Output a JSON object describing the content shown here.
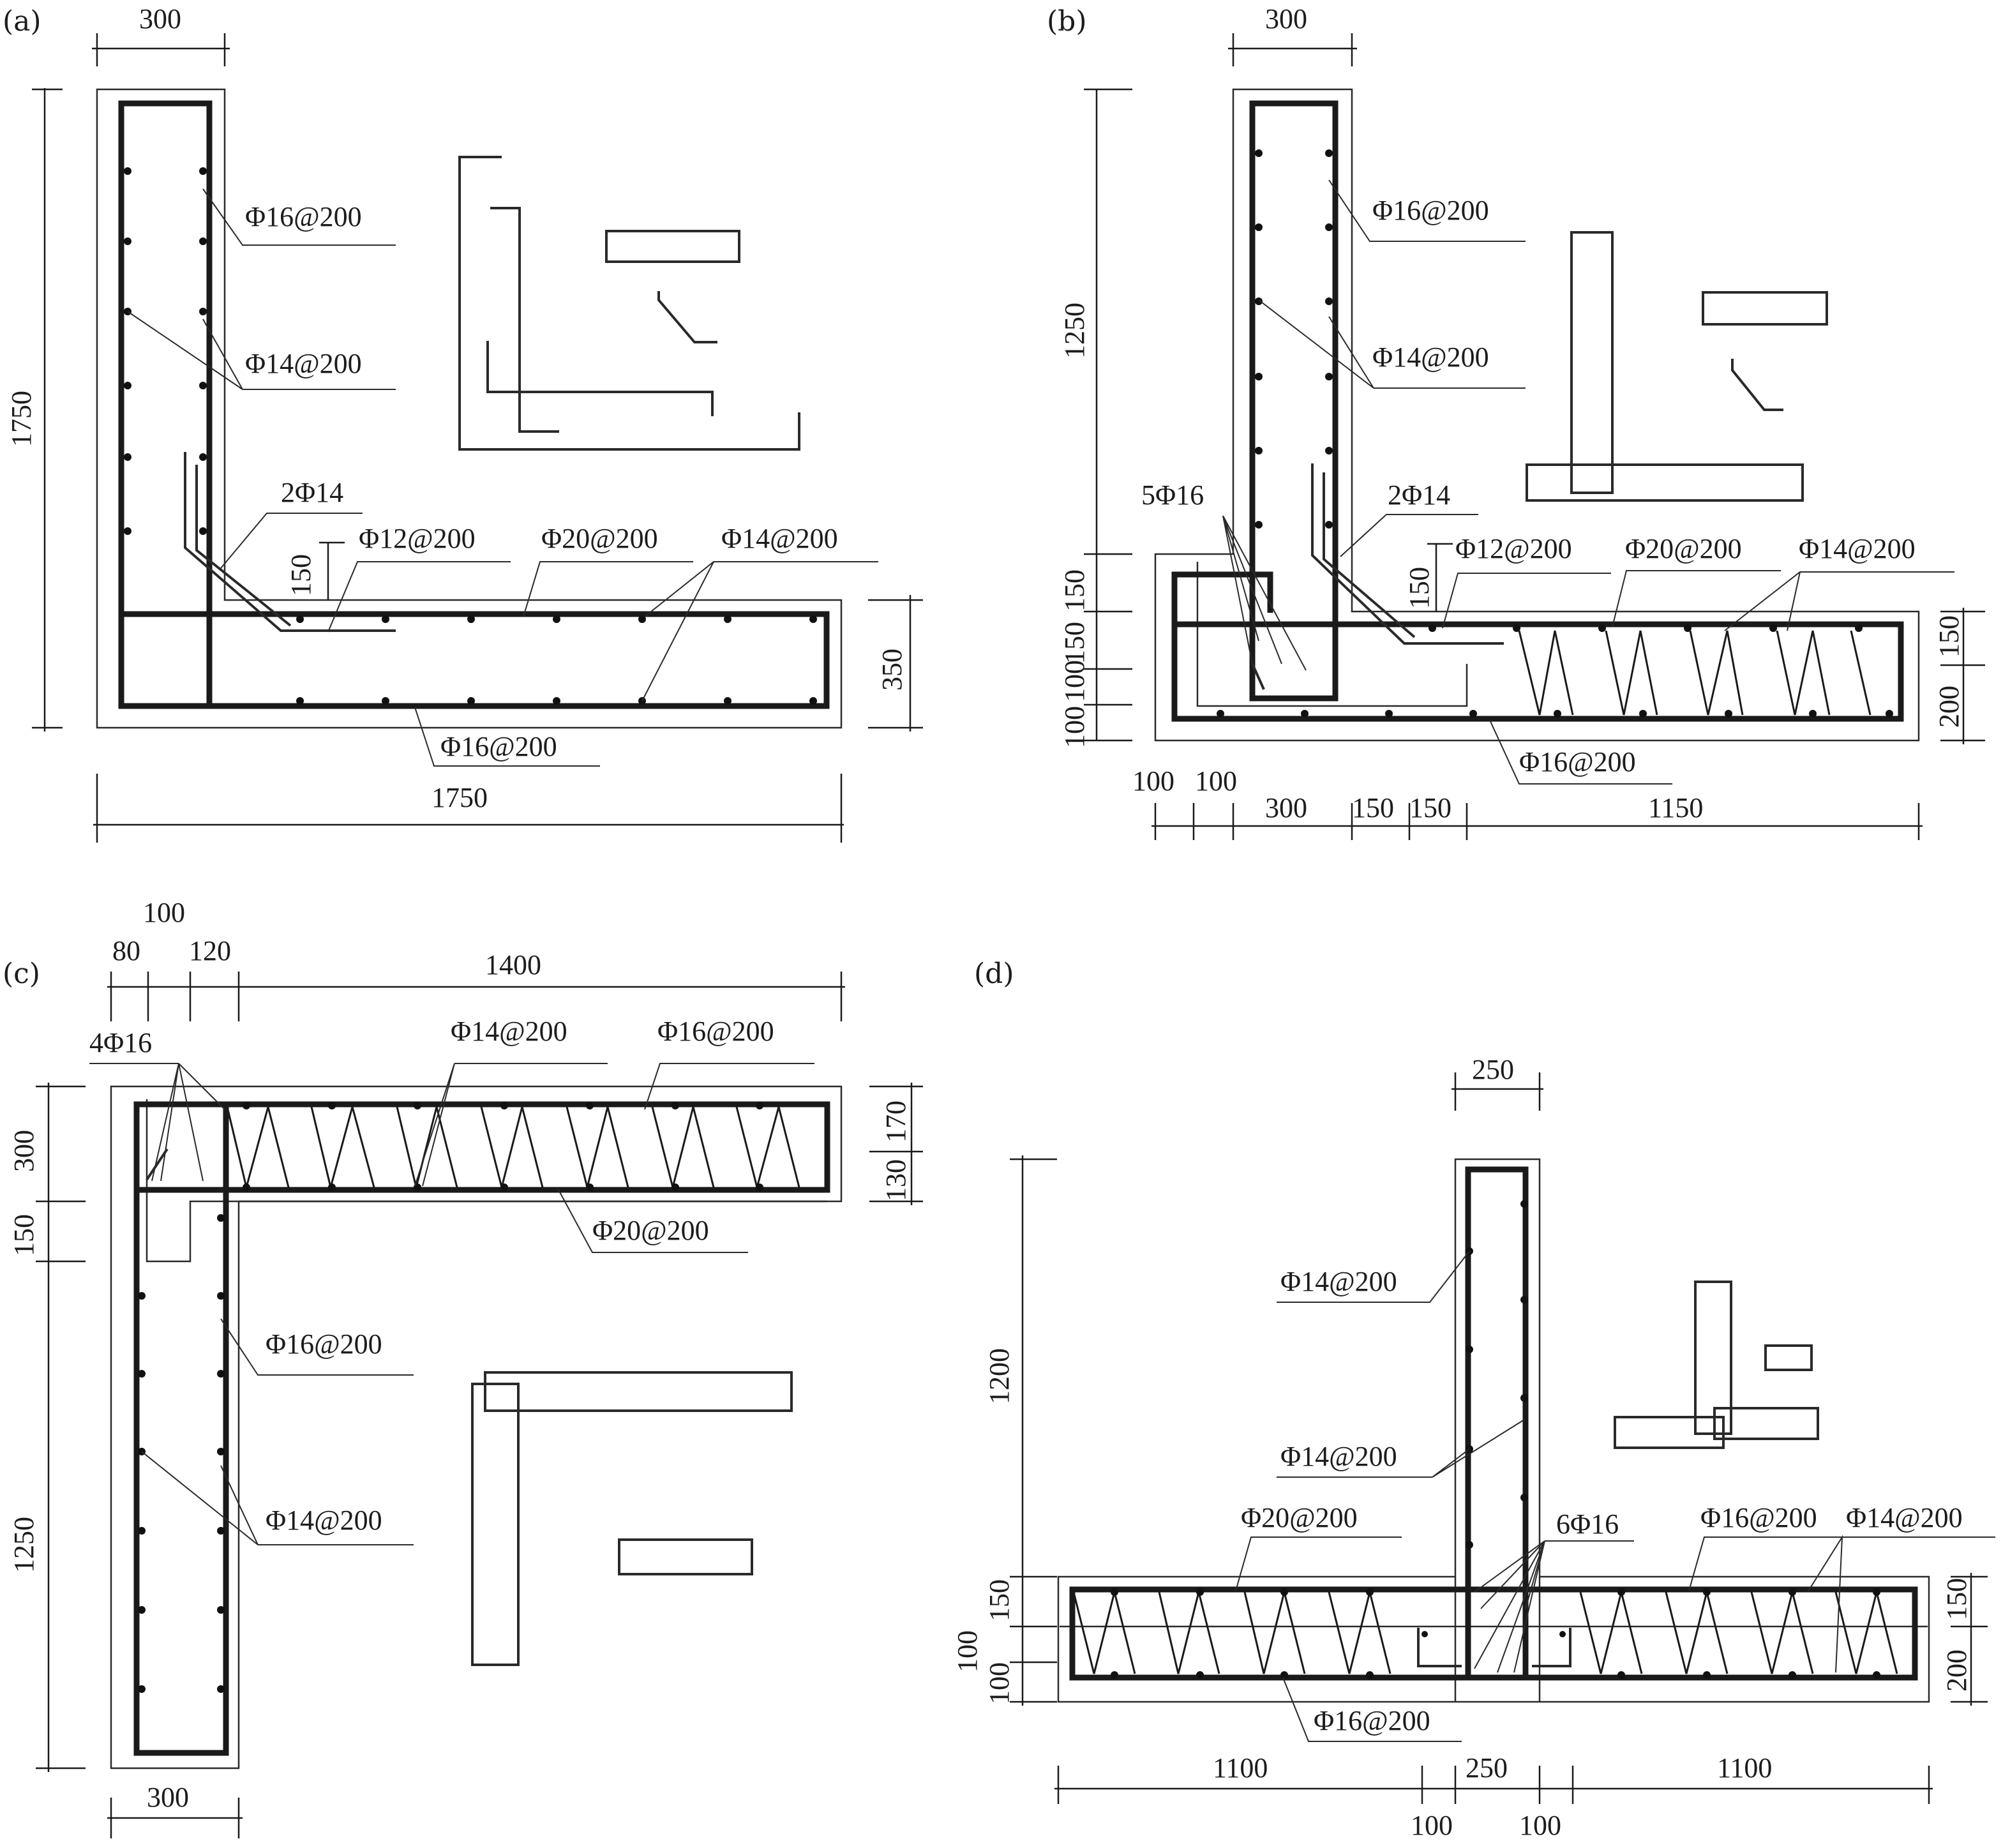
{
  "panels": {
    "a": {
      "caption": "(a)",
      "dims": {
        "top_width": "300",
        "height": "1750",
        "right_h": "350",
        "bottom_w": "1750",
        "d150": "150"
      },
      "labels": {
        "l1": "Φ16@200",
        "l2": "Φ14@200",
        "l3": "2Φ14",
        "l4": "Φ12@200",
        "l5": "Φ20@200",
        "l6": "Φ14@200",
        "l7": "Φ16@200"
      }
    },
    "b": {
      "caption": "(b)",
      "dims": {
        "top_width": "300",
        "h1250": "1250",
        "l150a": "150",
        "l150b": "150",
        "l100a": "100",
        "l100b": "100",
        "r150": "150",
        "r200": "200",
        "q150": "150",
        "b100a": "100",
        "b100b": "100",
        "b300": "300",
        "b150a": "150",
        "b150b": "150",
        "b1150": "1150"
      },
      "labels": {
        "l1": "Φ16@200",
        "l2": "Φ14@200",
        "l3": "5Φ16",
        "l4": "2Φ14",
        "l5": "Φ12@200",
        "l6": "Φ20@200",
        "l7": "Φ14@200",
        "l8": "Φ16@200"
      }
    },
    "c": {
      "caption": "(c)",
      "dims": {
        "t80": "80",
        "t100": "100",
        "t120": "120",
        "t1400": "1400",
        "l300": "300",
        "l150": "150",
        "l1250": "1250",
        "r170": "170",
        "r130": "130",
        "b300": "300"
      },
      "labels": {
        "l1": "4Φ16",
        "l2": "Φ14@200",
        "l3": "Φ16@200",
        "l4": "Φ20@200",
        "l5": "Φ16@200",
        "l6": "Φ14@200"
      }
    },
    "d": {
      "caption": "(d)",
      "dims": {
        "top250": "250",
        "h1200": "1200",
        "l150": "150",
        "l100a": "100",
        "l100b": "100",
        "r150": "150",
        "r200": "200",
        "b1100a": "1100",
        "b250": "250",
        "b1100b": "1100",
        "b100a": "100",
        "b100b": "100"
      },
      "labels": {
        "l1": "Φ14@200",
        "l2": "Φ14@200",
        "l3": "Φ20@200",
        "l4": "6Φ16",
        "l5": "Φ16@200",
        "l6": "Φ14@200",
        "l7": "Φ16@200"
      }
    }
  }
}
